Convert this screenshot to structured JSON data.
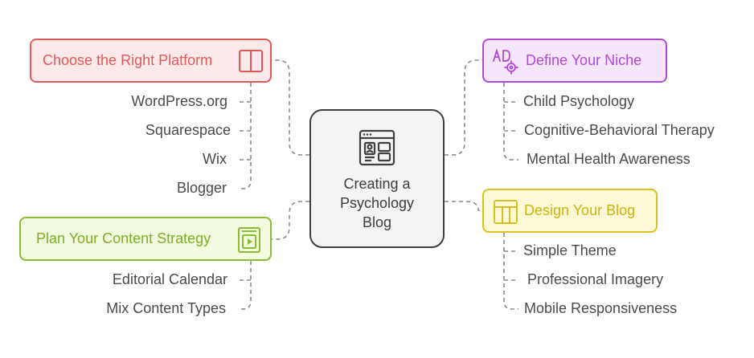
{
  "center": {
    "lines": [
      "Creating a",
      "Psychology",
      "Blog"
    ],
    "icon": "layout-window-icon"
  },
  "branches": {
    "platform": {
      "title": "Choose the Right Platform",
      "icon": "columns-icon",
      "color": "#e05a5a",
      "fill": "#fde9e9",
      "items": [
        "WordPress.org",
        "Squarespace",
        "Wix",
        "Blogger"
      ]
    },
    "niche": {
      "title": "Define Your Niche",
      "icon": "ad-target-icon",
      "color": "#b347d9",
      "fill": "#f6e6fb",
      "items": [
        "Child Psychology",
        "Cognitive-Behavioral Therapy",
        "Mental Health Awareness"
      ]
    },
    "design": {
      "title": "Design Your Blog",
      "icon": "layout-grid-icon",
      "color": "#d9c21f",
      "fill": "#fdf9d6",
      "items": [
        "Simple Theme",
        "Professional Imagery",
        "Mobile Responsiveness"
      ]
    },
    "content": {
      "title": "Plan Your Content Strategy",
      "icon": "video-book-icon",
      "color": "#8dbb34",
      "fill": "#f2fadf",
      "items": [
        "Editorial Calendar",
        "Mix Content Types"
      ]
    }
  }
}
